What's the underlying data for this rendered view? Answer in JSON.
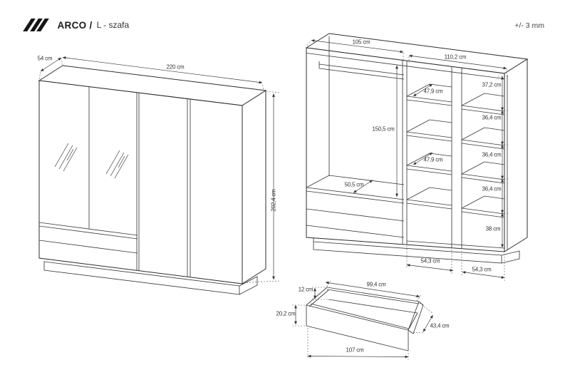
{
  "header": {
    "logo_icon": "triple-slash-icon",
    "product_name": "ARCO /",
    "variant": "L - szafa",
    "tolerance": "+/- 3 mm"
  },
  "views": {
    "front": {
      "depth": "54 cm",
      "width": "220 cm",
      "height": "202,4 cm"
    },
    "interior": {
      "left_width": "105 cm",
      "right_width": "110,2 cm",
      "hanging_height": "150,5 cm",
      "shelf_depth_1": "47,9 cm",
      "shelf_depth_2": "47,9 cm",
      "bottom_shelf_depth": "50,5 cm",
      "compartment_1": "37,2 cm",
      "compartment_2": "36,4 cm",
      "compartment_3": "36,4 cm",
      "compartment_4": "36,4 cm",
      "compartment_5": "38 cm",
      "bay_left": "54,3 cm",
      "bay_right": "54,3 cm"
    },
    "drawer": {
      "back_height": "12 cm",
      "front_height": "20,2 cm",
      "inner_length": "99,4 cm",
      "depth": "43,4 cm",
      "length": "107 cm"
    }
  }
}
